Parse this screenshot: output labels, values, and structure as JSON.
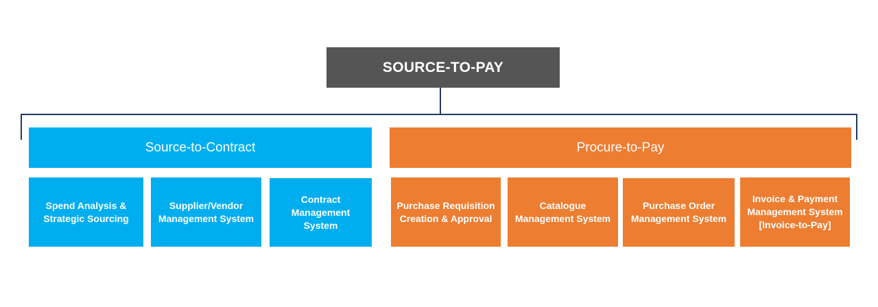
{
  "colors": {
    "root": "#555555",
    "connector": "#1f3a5f",
    "source_to_contract": "#00aeef",
    "procure_to_pay": "#ed7d31"
  },
  "root": {
    "label": "SOURCE-TO-PAY"
  },
  "source_to_contract": {
    "label": "Source-to-Contract",
    "items": [
      {
        "label": "Spend Analysis & Strategic Sourcing"
      },
      {
        "label": "Supplier/Vendor Management System"
      },
      {
        "label": "Contract Management System"
      }
    ]
  },
  "procure_to_pay": {
    "label": "Procure-to-Pay",
    "items": [
      {
        "label": "Purchase Requisition Creation & Approval"
      },
      {
        "label": "Catalogue Management System"
      },
      {
        "label": "Purchase Order Management System"
      },
      {
        "label": "Invoice & Payment Management System [Invoice-to-Pay]"
      }
    ]
  }
}
